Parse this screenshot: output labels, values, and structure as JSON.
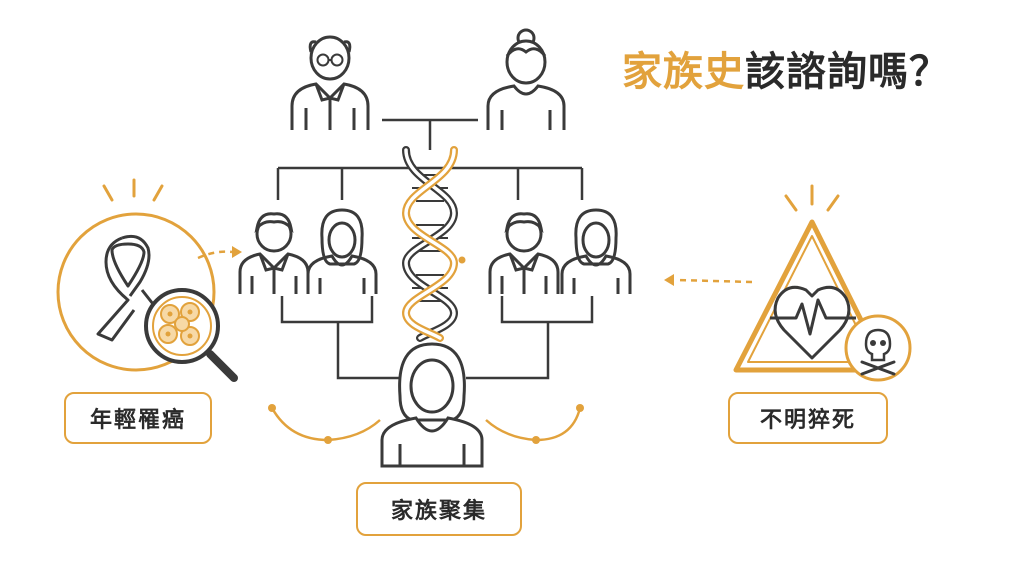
{
  "title": {
    "highlight": "家族史",
    "rest": "該諮詢嗎？"
  },
  "labels": {
    "early_cancer": "年輕罹癌",
    "family_cluster": "家族聚集",
    "sudden_death": "不明猝死"
  },
  "colors": {
    "accent": "#e2a23c",
    "line": "#3a3a3a"
  },
  "icons": {
    "grandfather": "grandfather-icon",
    "grandmother": "grandmother-icon",
    "dna": "dna-helix-icon",
    "ribbon": "awareness-ribbon-icon",
    "magnifier": "magnifier-cells-icon",
    "warning": "warning-triangle-icon",
    "heart": "heartbeat-icon",
    "skull": "skull-crossbones-icon"
  }
}
